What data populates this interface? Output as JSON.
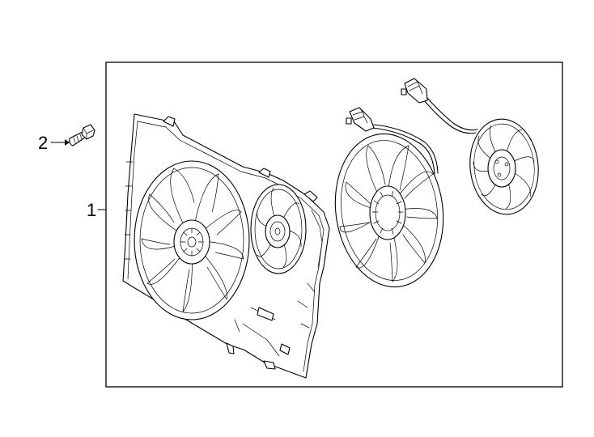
{
  "diagram": {
    "callouts": [
      {
        "id": "1",
        "label": "1"
      },
      {
        "id": "2",
        "label": "2"
      }
    ],
    "parts": [
      {
        "callout": "1",
        "name": "fan-shroud-assembly"
      },
      {
        "callout": "2",
        "name": "bolt"
      }
    ],
    "colors": {
      "line": "#000000",
      "background": "#ffffff"
    }
  }
}
